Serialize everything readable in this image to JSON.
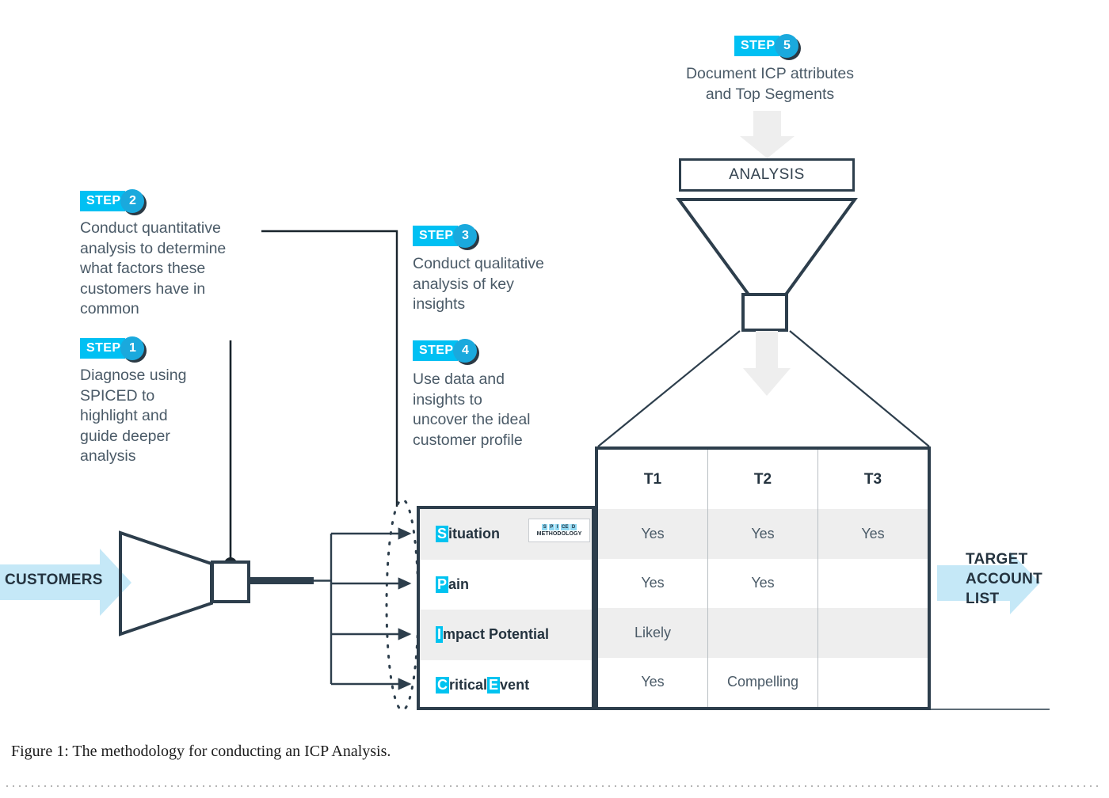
{
  "figure": {
    "caption": "Figure 1: The methodology for conducting an ICP Analysis."
  },
  "colors": {
    "accent_cyan": "#00c0f3",
    "accent_cyan_dark": "#1aa9dd",
    "navy": "#2d3e4c",
    "light_blue_arrow": "#c5e8f7",
    "row_alt": "#eeeeee",
    "body_text": "#4a5a67"
  },
  "steps": [
    {
      "id": 1,
      "badge_label": "STEP",
      "badge_number": "1",
      "text": "Diagnose using\nSPICED to\nhighlight and\nguide deeper\nanalysis"
    },
    {
      "id": 2,
      "badge_label": "STEP",
      "badge_number": "2",
      "text": "Conduct quantitative\nanalysis to determine\nwhat factors these\ncustomers have in\ncommon"
    },
    {
      "id": 3,
      "badge_label": "STEP",
      "badge_number": "3",
      "text": "Conduct qualitative\nanalysis of key\ninsights"
    },
    {
      "id": 4,
      "badge_label": "STEP",
      "badge_number": "4",
      "text": "Use data and\ninsights to\nuncover the ideal\ncustomer profile"
    },
    {
      "id": 5,
      "badge_label": "STEP",
      "badge_number": "5",
      "text": "Document ICP attributes\nand Top Segments"
    }
  ],
  "funnel": {
    "analysis_label": "ANALYSIS"
  },
  "flow": {
    "input_label": "CUSTOMERS",
    "output_label": "TARGET\nACCOUNT\nLIST"
  },
  "spiced_logo": {
    "letters": [
      "S",
      "P",
      "I",
      "CE",
      "D"
    ],
    "word": "METHODOLOGY"
  },
  "chart_data": {
    "type": "table",
    "title": "SPICED x Target Segment matrix",
    "row_header_label": "",
    "columns": [
      "T1",
      "T2",
      "T3"
    ],
    "rows": [
      {
        "label_highlight": "S",
        "label_rest": "ituation",
        "label_full": "Situation",
        "values": [
          "Yes",
          "Yes",
          "Yes"
        ]
      },
      {
        "label_highlight": "P",
        "label_rest": "ain",
        "label_full": "Pain",
        "values": [
          "Yes",
          "Yes",
          ""
        ]
      },
      {
        "label_highlight": "I",
        "label_rest": "mpact Potential",
        "label_full": "Impact Potential",
        "values": [
          "Likely",
          "",
          ""
        ]
      },
      {
        "label_highlight": "C",
        "label_rest": "ritical ",
        "label_highlight2": "E",
        "label_rest2": "vent",
        "label_full": "Critical Event",
        "values": [
          "Yes",
          "Compelling",
          ""
        ]
      }
    ]
  }
}
